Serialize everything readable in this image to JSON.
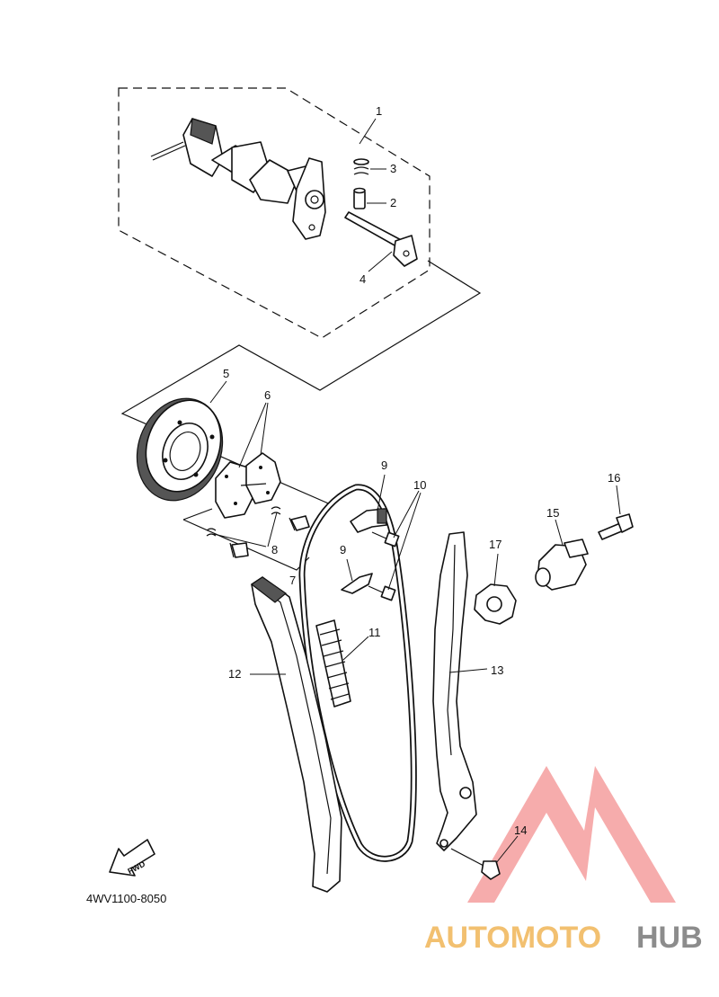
{
  "diagram": {
    "catalog_code": "4WV1100-8050",
    "fwd_label": "FWD",
    "callouts": {
      "c1": "1",
      "c2": "2",
      "c3": "3",
      "c4": "4",
      "c5": "5",
      "c6": "6",
      "c7": "7",
      "c8": "8",
      "c9a": "9",
      "c9b": "9",
      "c10": "10",
      "c11": "11",
      "c12": "12",
      "c13": "13",
      "c14": "14",
      "c15": "15",
      "c16": "16",
      "c17": "17"
    }
  },
  "watermark": {
    "part1": "AUTOMOTO",
    "part2": "HUB",
    "color_main": "#f5a3a3",
    "color_text1": "#f2c070",
    "color_text2": "#8c8c8c"
  }
}
